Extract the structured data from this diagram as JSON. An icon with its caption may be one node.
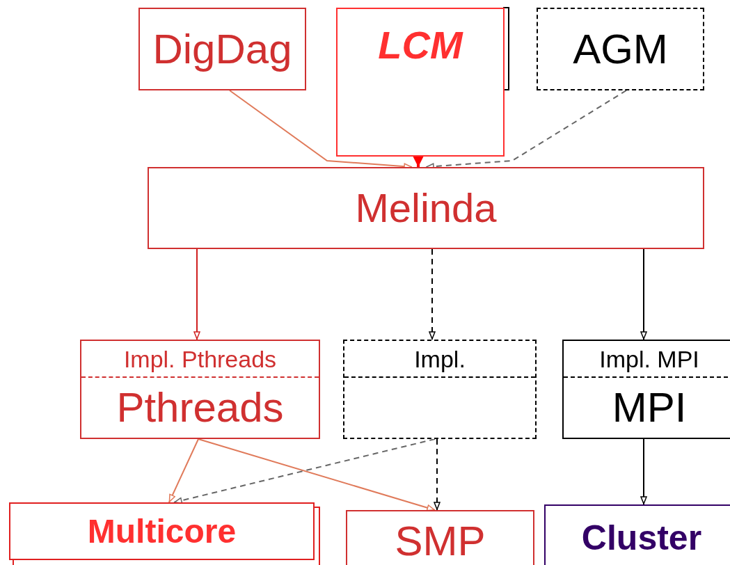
{
  "diagram": {
    "nodes": [
      {
        "text": [
          "DigDag"
        ]
      },
      {
        "text": [],
        "shape": "box"
      },
      {
        "text": [
          "LCM"
        ]
      },
      {
        "text": [
          "AGM"
        ]
      },
      {
        "text": [
          "Melinda"
        ]
      },
      {
        "text": [
          "Impl. Pthreads",
          "Pthreads"
        ]
      },
      {
        "text": [
          "Impl."
        ]
      },
      {
        "text": [
          "Impl. MPI",
          "MPI"
        ]
      },
      {
        "text": [
          "Multicore"
        ]
      },
      {
        "text": [
          "SMP"
        ]
      },
      {
        "text": [
          "Cluster"
        ]
      }
    ],
    "edges": [
      {
        "from": 0,
        "to": 4,
        "arrow": "to",
        "color": "#e07a5a"
      },
      {
        "from": 2,
        "to": 4,
        "arrow": "to",
        "style": "thick",
        "color": "#ff0000"
      },
      {
        "from": 3,
        "to": 4,
        "arrow": "to",
        "style": "dashed",
        "color": "#666666"
      },
      {
        "from": 4,
        "to": 5,
        "arrow": "to",
        "color": "#d02020"
      },
      {
        "from": 4,
        "to": 6,
        "arrow": "to",
        "style": "dashed"
      },
      {
        "from": 4,
        "to": 7,
        "arrow": "to"
      },
      {
        "from": 5,
        "to": 8,
        "arrow": "to",
        "color": "#e07a5a"
      },
      {
        "from": 5,
        "to": 9,
        "arrow": "to",
        "color": "#e07a5a"
      },
      {
        "from": 6,
        "to": 8,
        "arrow": "to",
        "style": "dashed",
        "color": "#666666"
      },
      {
        "from": 6,
        "to": 9,
        "arrow": "to",
        "style": "dashed"
      },
      {
        "from": 7,
        "to": 10,
        "arrow": "to"
      }
    ]
  }
}
